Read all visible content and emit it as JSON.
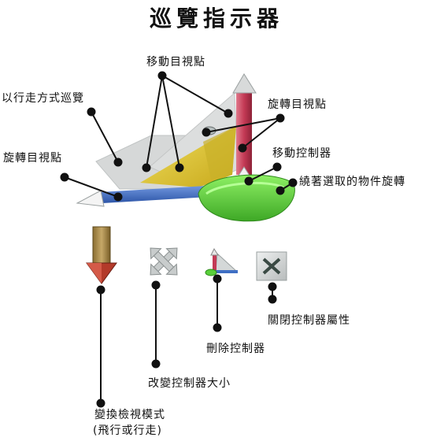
{
  "title": "巡覽指示器",
  "labels": {
    "move_viewpoint": "移動目視點",
    "walk_mode": "以行走方式巡覽",
    "rotate_viewpoint_right": "旋轉目視點",
    "rotate_viewpoint_left": "旋轉目視點",
    "move_controller": "移動控制器",
    "orbit_object": "繞著選取的物件旋轉",
    "close_controller": "關閉控制器屬性",
    "delete_controller": "刪除控制器",
    "resize_controller": "改變控制器大小",
    "switch_view_mode_line1": "變換檢視模式",
    "switch_view_mode_line2": "(飛行或行走)"
  },
  "colors": {
    "red_arrow": "#d24a62",
    "blue_bar": "#3f6fc4",
    "yellow_triangle": "#e3c92a",
    "green_ring": "#59d03a",
    "gray_panel": "#d7d9d9",
    "brown_arrow": "#a88a4a",
    "dark_red": "#b33a2a"
  },
  "icons": {
    "view_mode": "down-arrow-icon",
    "resize": "four-way-arrows-icon",
    "delete": "mini-controller-icon",
    "close": "close-x-icon"
  }
}
